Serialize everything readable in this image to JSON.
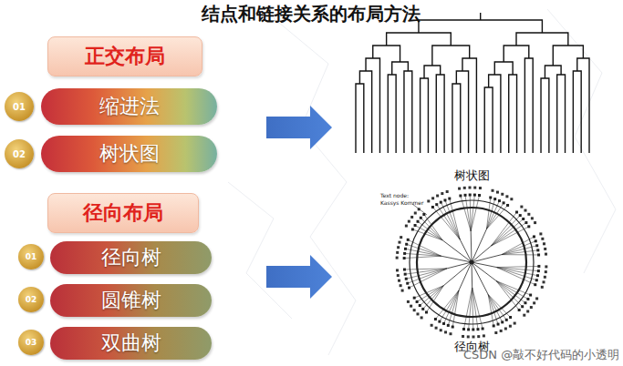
{
  "diagram": {
    "title": "结点和链接关系的布局方法",
    "nodes": [
      {
        "text": [
          "正交布局"
        ]
      },
      {
        "text": [
          "01"
        ]
      },
      {
        "text": [
          "缩进法"
        ]
      },
      {
        "text": [
          "02"
        ]
      },
      {
        "text": [
          "树状图"
        ]
      },
      {
        "text": [
          "径向布局"
        ]
      },
      {
        "text": [
          "01"
        ]
      },
      {
        "text": [
          "径向树"
        ]
      },
      {
        "text": [
          "02"
        ]
      },
      {
        "text": [
          "圆锥树"
        ]
      },
      {
        "text": [
          "03"
        ]
      },
      {
        "text": [
          "双曲树"
        ]
      }
    ],
    "labels": [
      "树状图",
      "Text node:",
      "Kassys Kommer",
      "径向树",
      "CSDN @敲不好代码的小透明"
    ]
  }
}
